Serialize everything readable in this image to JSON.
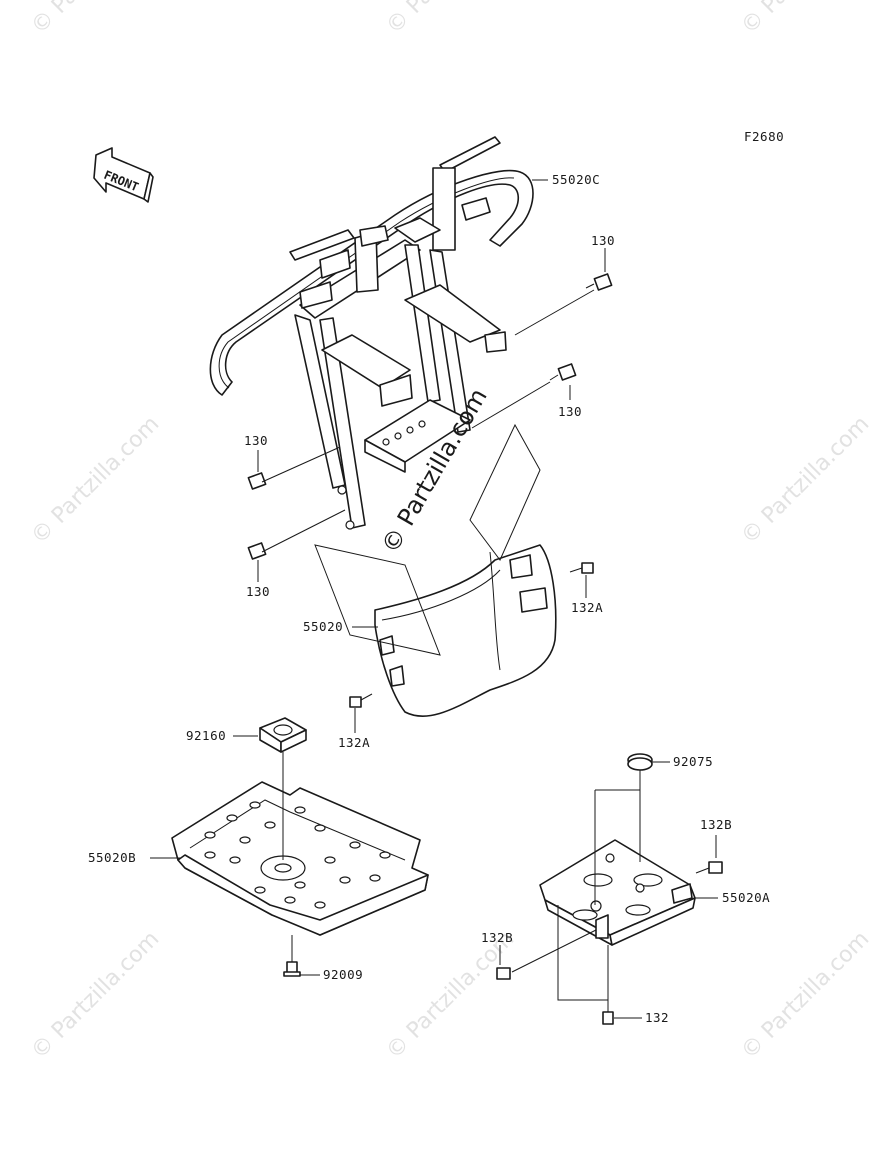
{
  "diagram": {
    "figure_code": "F2680",
    "front_label": "FRONT",
    "watermark_center": "© Partzilla.com",
    "watermark_repeat": "© Partzilla.com",
    "callouts": [
      {
        "id": "55020C",
        "label": "55020C"
      },
      {
        "id": "130-top",
        "label": "130"
      },
      {
        "id": "130-right",
        "label": "130"
      },
      {
        "id": "130-left-1",
        "label": "130"
      },
      {
        "id": "130-left-2",
        "label": "130"
      },
      {
        "id": "132A-right",
        "label": "132A"
      },
      {
        "id": "55020",
        "label": "55020"
      },
      {
        "id": "132A-left",
        "label": "132A"
      },
      {
        "id": "92160",
        "label": "92160"
      },
      {
        "id": "55020B",
        "label": "55020B"
      },
      {
        "id": "92009",
        "label": "92009"
      },
      {
        "id": "92075",
        "label": "92075"
      },
      {
        "id": "132B-top",
        "label": "132B"
      },
      {
        "id": "55020A",
        "label": "55020A"
      },
      {
        "id": "132B-left",
        "label": "132B"
      },
      {
        "id": "132",
        "label": "132"
      }
    ]
  }
}
